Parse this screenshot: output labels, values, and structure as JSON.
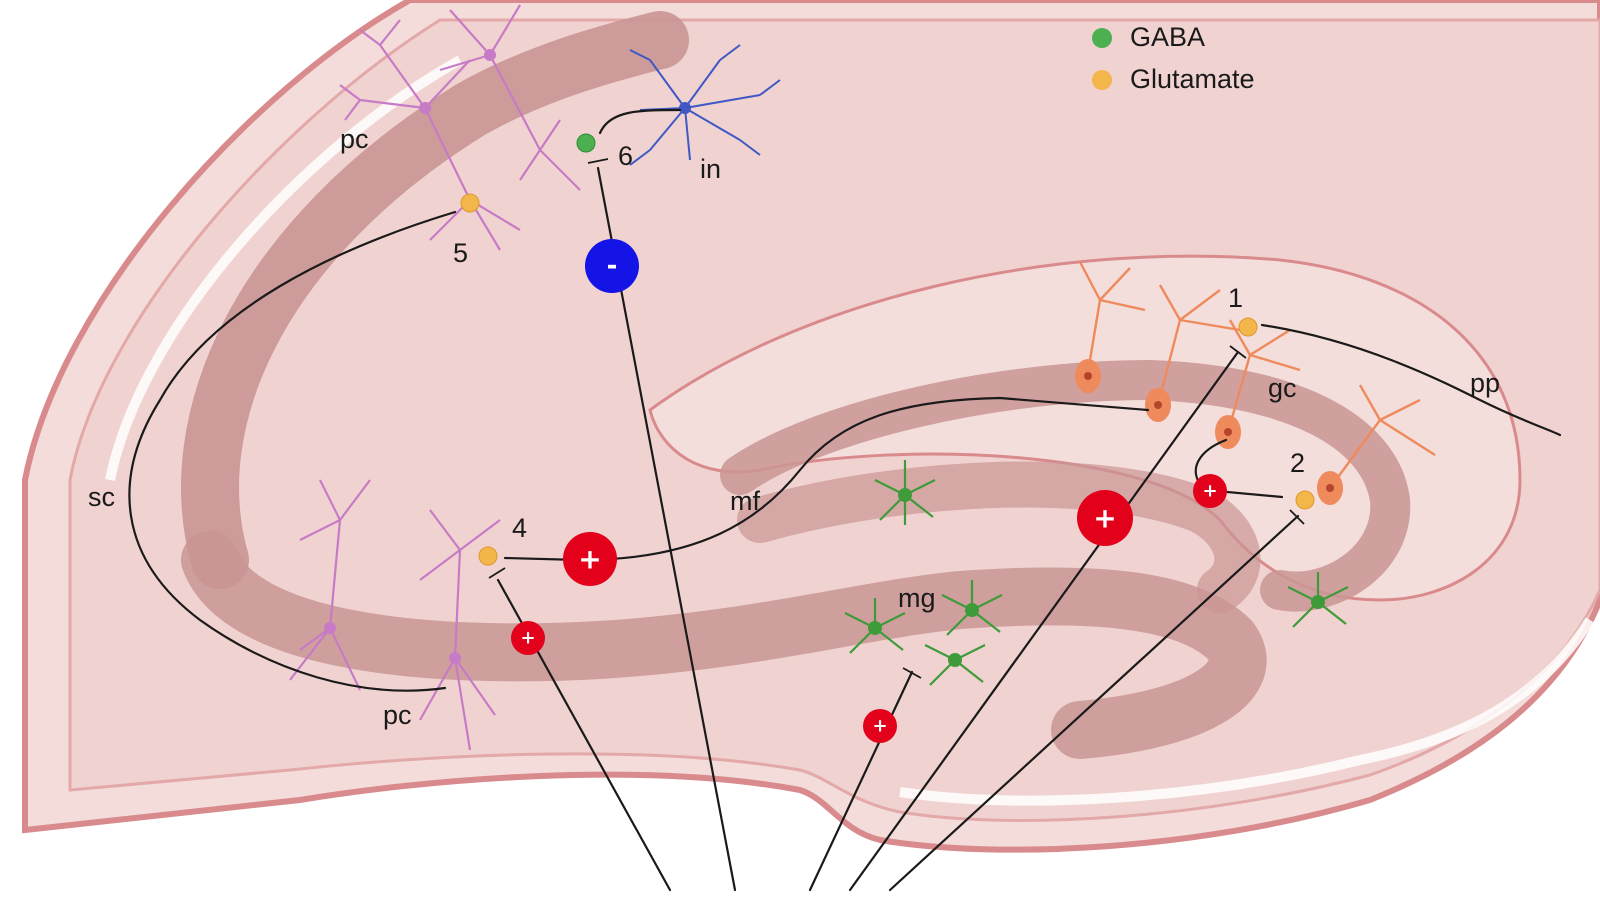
{
  "legend": {
    "gaba_label": "GABA",
    "glutamate_label": "Glutamate",
    "gaba_color": "#4caf50",
    "glutamate_color": "#f2b64a"
  },
  "cell_labels": {
    "pc_top": "pc",
    "in": "in",
    "gc": "gc",
    "pp": "pp",
    "sc": "sc",
    "mf": "mf",
    "mg": "mg",
    "pc_bottom": "pc"
  },
  "synapse_numbers": {
    "n1": "1",
    "n2": "2",
    "n4": "4",
    "n5": "5",
    "n6": "6"
  },
  "modulators": {
    "minus_sign": "-",
    "plus_sign": "+",
    "minus_color": "#1414e6",
    "plus_color": "#e3001b"
  },
  "colors": {
    "tissue_outer": "#d98a8d",
    "tissue_fill": "#f1d4d2",
    "tissue_band": "#c99594",
    "pyramidal": "#c77bc6",
    "granule": "#ee8a5c",
    "interneuron": "#3f58c4",
    "microglia": "#3f9a3a"
  }
}
